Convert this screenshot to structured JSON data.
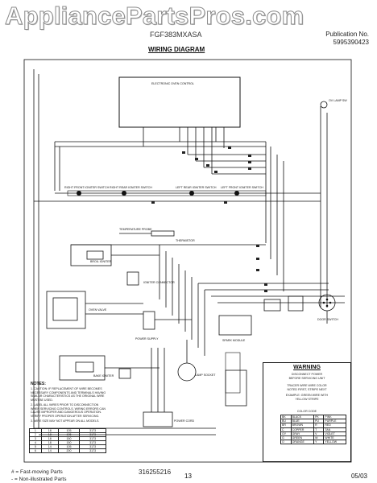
{
  "watermark": "AppliancePartsPros.com",
  "header": {
    "model": "FGF383MXASA",
    "publication_label": "Publication No.",
    "publication_number": "5995390423",
    "title": "WIRING DIAGRAM"
  },
  "diagram": {
    "electronic_control": "ELECTRONIC OVEN CONTROL",
    "switches": [
      "RIGHT FRONT IGNITER SWITCH",
      "RIGHT REAR IGNITER SWITCH",
      "LEFT REAR IGNITER SWITCH",
      "LEFT FRONT IGNITER SWITCH"
    ],
    "oven_lamp_switch": "OV LAMP SW",
    "temp_probe": "TEMPERATURE PROBE",
    "thermistor": "THERMISTOR",
    "broil_igniter": "BROIL IGNITER",
    "oven_valve": "OVEN VALVE",
    "bake_igniter": "BAKE IGNITER",
    "igniter_connector": "IGNITER CONNECTOR",
    "door_switch": "DOOR SWITCH",
    "power_cord": "POWER CORD",
    "lamp_socket": "LAMP SOCKET",
    "spark_module": "SPARK MODULE",
    "power_supply_block": "POWER SUPPLY"
  },
  "notes": {
    "title": "NOTES:",
    "items": [
      "1. CAUTION: IF REPLACEMENT OF WIRE BECOMES NECESSARY COMPONENTS AND TERMINALS HAVING SIMILAR CHARACTERISTICS AS THE ORIGINAL WIRE MUST BE USED.",
      "2. LABEL ALL WIRES PRIOR TO DISCONNECTION WHEN SERVICING CONTROLS. WIRING ERRORS CAN CAUSE IMPROPER AND DANGEROUS OPERATION. VERIFY PROPER OPERATION AFTER SERVICING.",
      "3. WIRE SIZE MAY NOT APPEAR ON ALL MODELS."
    ],
    "table": [
      [
        "1",
        "18",
        "105",
        "3173"
      ],
      [
        "2",
        "18",
        "105",
        "3173"
      ],
      [
        "3",
        "18",
        "150",
        "3173"
      ],
      [
        "4",
        "18",
        "150",
        "3173"
      ],
      [
        "5",
        "14",
        "105",
        "3173"
      ],
      [
        "6",
        "14",
        "200",
        "3173"
      ]
    ]
  },
  "warning": {
    "title": "WARNING",
    "lines": [
      "DISCONNECT POWER",
      "BEFORE SERVICING UNIT",
      "TRACER WIRE   WIRE COLOR",
      "NOTED FIRST, STRIPE NEXT",
      "EXAMPLE: GREEN WIRE WITH",
      "YELLOW STRIPE"
    ],
    "color_code_title": "COLOR CODE",
    "color_code": [
      [
        "BK",
        "BLACK",
        "PK",
        "PINK"
      ],
      [
        "BU",
        "BLUE",
        "PU",
        "PURPLE"
      ],
      [
        "BR",
        "BROWN",
        "R",
        "RED"
      ],
      [
        "C",
        "COPPER",
        "T",
        "TAN"
      ],
      [
        "GY",
        "GRAY",
        "V",
        "VIOLET"
      ],
      [
        "G",
        "GREEN",
        "W",
        "WHITE"
      ],
      [
        "O",
        "ORANGE",
        "Y",
        "YELLOW"
      ]
    ]
  },
  "footer": {
    "part_number": "316255216",
    "legend_1": "# = Fast-moving Parts",
    "legend_2": "- = Non-illustrated Parts",
    "page_number": "13",
    "date": "05/03"
  }
}
